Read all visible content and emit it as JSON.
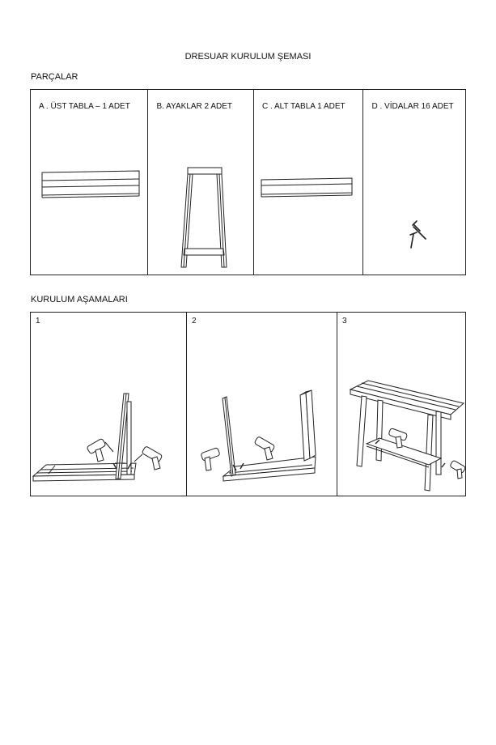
{
  "document": {
    "title": "DRESUAR KURULUM ŞEMASI",
    "parts_heading": "PARÇALAR",
    "assembly_heading": "KURULUM AŞAMALARI"
  },
  "parts": [
    {
      "label": "A . ÜST TABLA – 1 ADET",
      "illustration": "top-board"
    },
    {
      "label": "B.  AYAKLAR 2 ADET",
      "illustration": "leg-frame"
    },
    {
      "label": "C . ALT TABLA 1 ADET",
      "illustration": "bottom-shelf"
    },
    {
      "label": "D . VİDALAR 16 ADET",
      "illustration": "screws"
    }
  ],
  "steps": [
    {
      "number": "1",
      "illustration": "first-leg-attach"
    },
    {
      "number": "2",
      "illustration": "second-leg-attach"
    },
    {
      "number": "3",
      "illustration": "finished-console"
    }
  ],
  "colors": {
    "line": "#222222",
    "background": "#ffffff"
  }
}
